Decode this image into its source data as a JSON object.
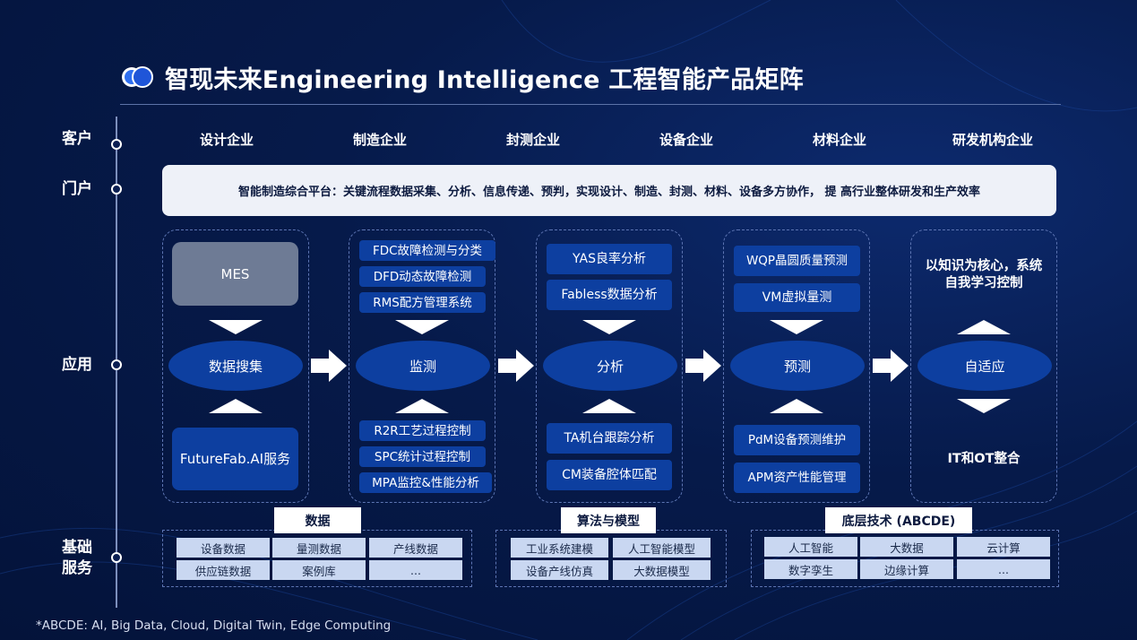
{
  "title": "智现未来Engineering Intelligence 工程智能产品矩阵",
  "row_labels": {
    "customers": "客户",
    "portal": "门户",
    "applications": "应用",
    "foundation_line1": "基础",
    "foundation_line2": "服务"
  },
  "customers": [
    "设计企业",
    "制造企业",
    "封测企业",
    "设备企业",
    "材料企业",
    "研发机构企业"
  ],
  "portal_text": "智能制造综合平台：关键流程数据采集、分析、信息传递、预判，实现设计、制造、封测、材料、设备多方协作， 提 高行业整体研发和生产效率",
  "app_columns": [
    {
      "top": [
        "MES"
      ],
      "center": "数据搜集",
      "bottom": [
        "FutureFab.AI服务"
      ]
    },
    {
      "top": [
        "FDC故障检测与分类",
        "DFD动态故障检测",
        "RMS配方管理系统"
      ],
      "center": "监测",
      "bottom": [
        "R2R工艺过程控制",
        "SPC统计过程控制",
        "MPA监控&性能分析"
      ]
    },
    {
      "top": [
        "YAS良率分析",
        "Fabless数据分析"
      ],
      "center": "分析",
      "bottom": [
        "TA机台跟踪分析",
        "CM装备腔体匹配"
      ]
    },
    {
      "top": [
        "WQP晶圆质量预测",
        "VM虚拟量测"
      ],
      "center": "预测",
      "bottom": [
        "PdM设备预测维护",
        "APM资产性能管理"
      ]
    },
    {
      "top": [
        "以知识为核心，系统自我学习控制"
      ],
      "center": "自适应",
      "bottom": [
        "IT和OT整合"
      ]
    }
  ],
  "foundation": [
    {
      "title": "数据",
      "cells": [
        "设备数据",
        "量测数据",
        "产线数据",
        "供应链数据",
        "案例库",
        "..."
      ]
    },
    {
      "title": "算法与模型",
      "cells": [
        "工业系统建模",
        "人工智能模型",
        "设备产线仿真",
        "大数据模型"
      ]
    },
    {
      "title": "底层技术 (ABCDE)",
      "cells": [
        "人工智能",
        "大数据",
        "云计算",
        "数字孪生",
        "边缘计算",
        "..."
      ]
    }
  ],
  "footnote": "*ABCDE: AI, Big Data, Cloud, Digital Twin, Edge Computing",
  "colors": {
    "background": "#061a4a",
    "chip": "#0d3fa0",
    "mes": "#6e7b95",
    "cell": "#c9d7f1",
    "portal_bg": "#eef1f8"
  }
}
